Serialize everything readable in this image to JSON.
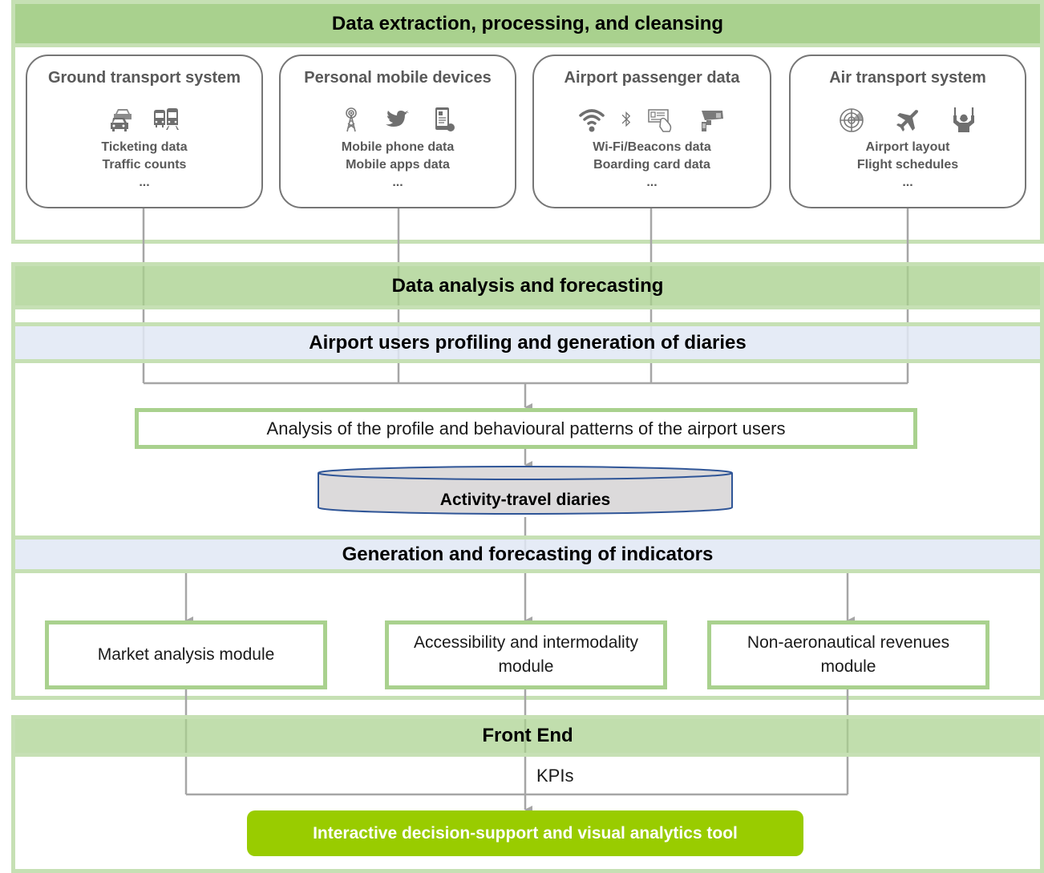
{
  "sections": {
    "extraction": {
      "title": "Data extraction, processing, and cleansing"
    },
    "analysis": {
      "title": "Data analysis and forecasting"
    },
    "profiling": {
      "title": "Airport users profiling and generation of diaries"
    },
    "indicators": {
      "title": "Generation and forecasting of indicators"
    },
    "frontend": {
      "title": "Front End"
    }
  },
  "sources": [
    {
      "title": "Ground transport system",
      "icons": [
        "cars-traffic-icon",
        "bus-train-icon"
      ],
      "lines": [
        "Ticketing data",
        "Traffic counts",
        "..."
      ]
    },
    {
      "title": "Personal mobile devices",
      "icons": [
        "cell-tower-icon",
        "twitter-bird-icon",
        "smartphone-app-icon"
      ],
      "lines": [
        "Mobile phone data",
        "Mobile apps data",
        "..."
      ]
    },
    {
      "title": "Airport passenger data",
      "icons": [
        "wifi-icon",
        "bluetooth-icon",
        "boarding-card-icon",
        "cctv-camera-icon"
      ],
      "lines": [
        "Wi-Fi/Beacons data",
        "Boarding card data",
        "..."
      ]
    },
    {
      "title": "Air transport system",
      "icons": [
        "radar-icon",
        "airplane-icon",
        "marshaller-icon"
      ],
      "lines": [
        "Airport layout",
        "Flight schedules",
        "..."
      ]
    }
  ],
  "profiling": {
    "analysis_box": "Analysis of the profile and behavioural patterns of the airport users",
    "diaries": "Activity-travel diaries"
  },
  "modules": [
    {
      "line1": "Market analysis module",
      "line2": ""
    },
    {
      "line1": "Accessibility and intermodality",
      "line2": "module"
    },
    {
      "line1": "Non-aeronautical revenues",
      "line2": "module"
    }
  ],
  "frontend": {
    "kpi_label": "KPIs",
    "tool_label": "Interactive decision-support and visual analytics tool"
  },
  "colors": {
    "frame": "#c6e0b4",
    "band_green": "#a9d18e",
    "band_blue": "#e1e8f4",
    "tool_green": "#99cc00",
    "connector": "#a6a6a6",
    "cylinder_stroke": "#2f5597",
    "cylinder_fill": "#dcdcdc"
  }
}
